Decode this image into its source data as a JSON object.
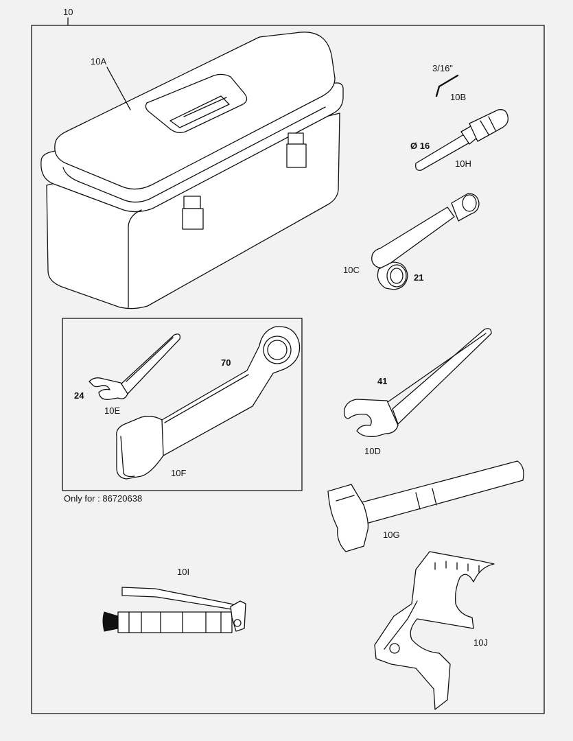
{
  "diagram": {
    "assembly_number": "10",
    "footnote": "Only for : 86720638",
    "parts": {
      "toolbox": "10A",
      "hex_key": "10B",
      "hex_key_size": "3/16\"",
      "drift_pin": "10H",
      "drift_pin_size": "Ø 16",
      "socket_wrench": "10C",
      "socket_wrench_size": "21",
      "small_wrench": "10E",
      "small_wrench_size": "24",
      "ring_wrench": "10F",
      "ring_wrench_size": "70",
      "large_wrench": "10D",
      "large_wrench_size": "41",
      "hammer": "10G",
      "grease_gun": "10I",
      "hook_spanner": "10J"
    }
  }
}
